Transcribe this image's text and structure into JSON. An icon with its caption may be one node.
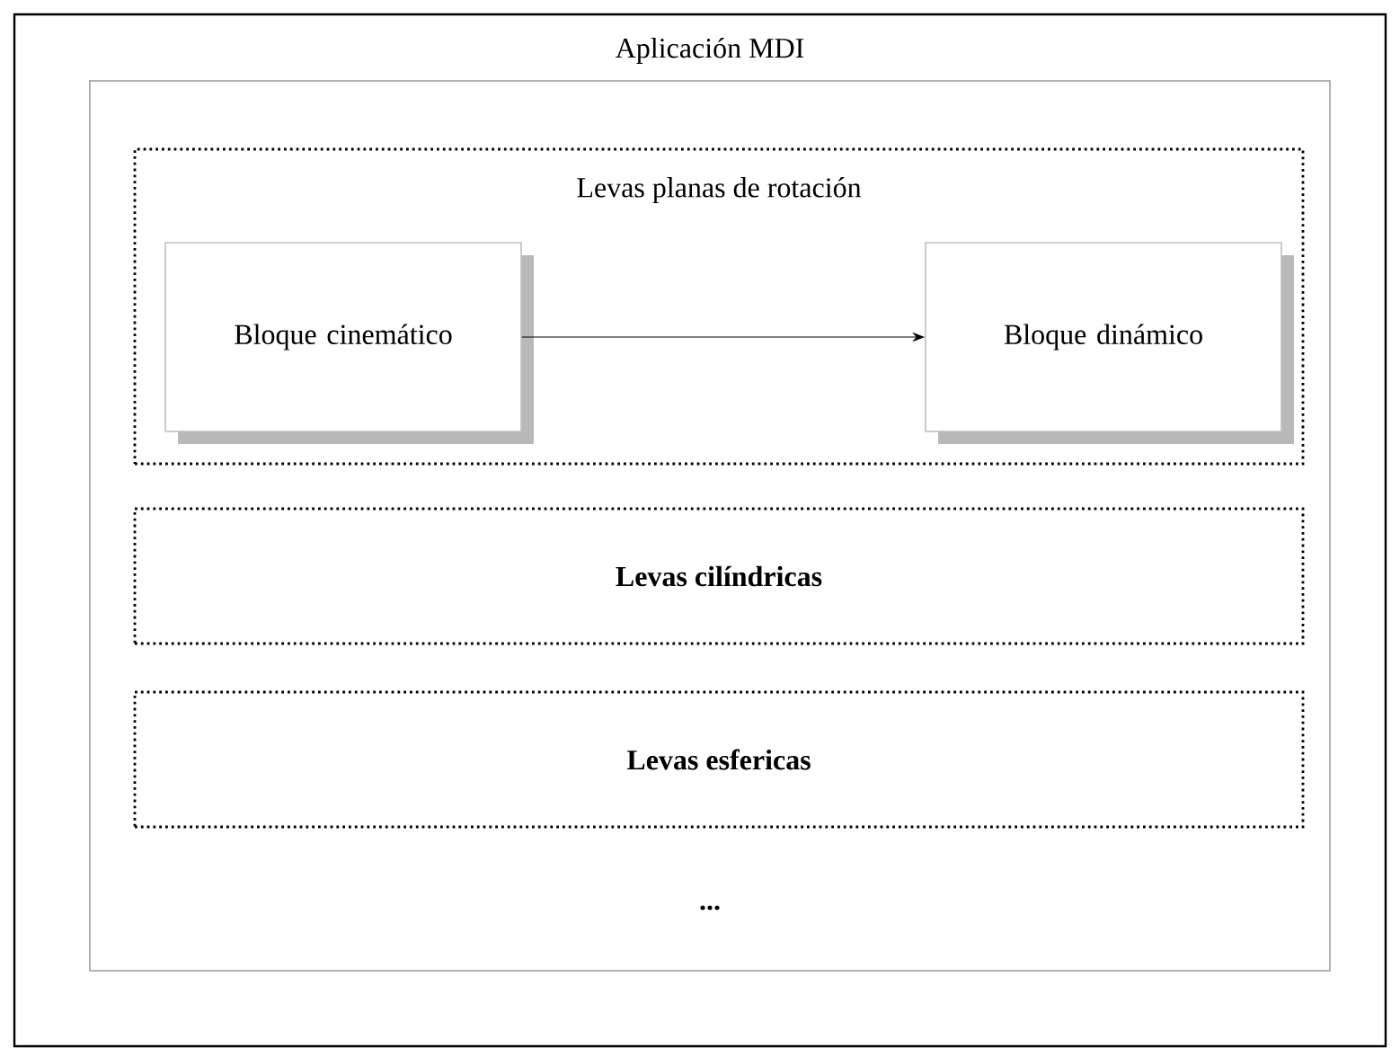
{
  "diagram": {
    "nodes": [
      {
        "text": [
          "Aplicación MDI"
        ]
      },
      {
        "text": [
          "Levas planas de rotación"
        ],
        "in": 0
      },
      {
        "text": [
          "Bloque cinemático"
        ],
        "in": 1
      },
      {
        "text": [
          "Bloque dinámico"
        ],
        "in": 1
      },
      {
        "text": [
          "Levas cilíndricas"
        ],
        "in": 0
      },
      {
        "text": [
          "Levas esfericas"
        ],
        "in": 0
      }
    ],
    "edges": [
      {
        "from": 2,
        "to": 3,
        "arrow": "to"
      }
    ],
    "labels": [
      "..."
    ]
  }
}
